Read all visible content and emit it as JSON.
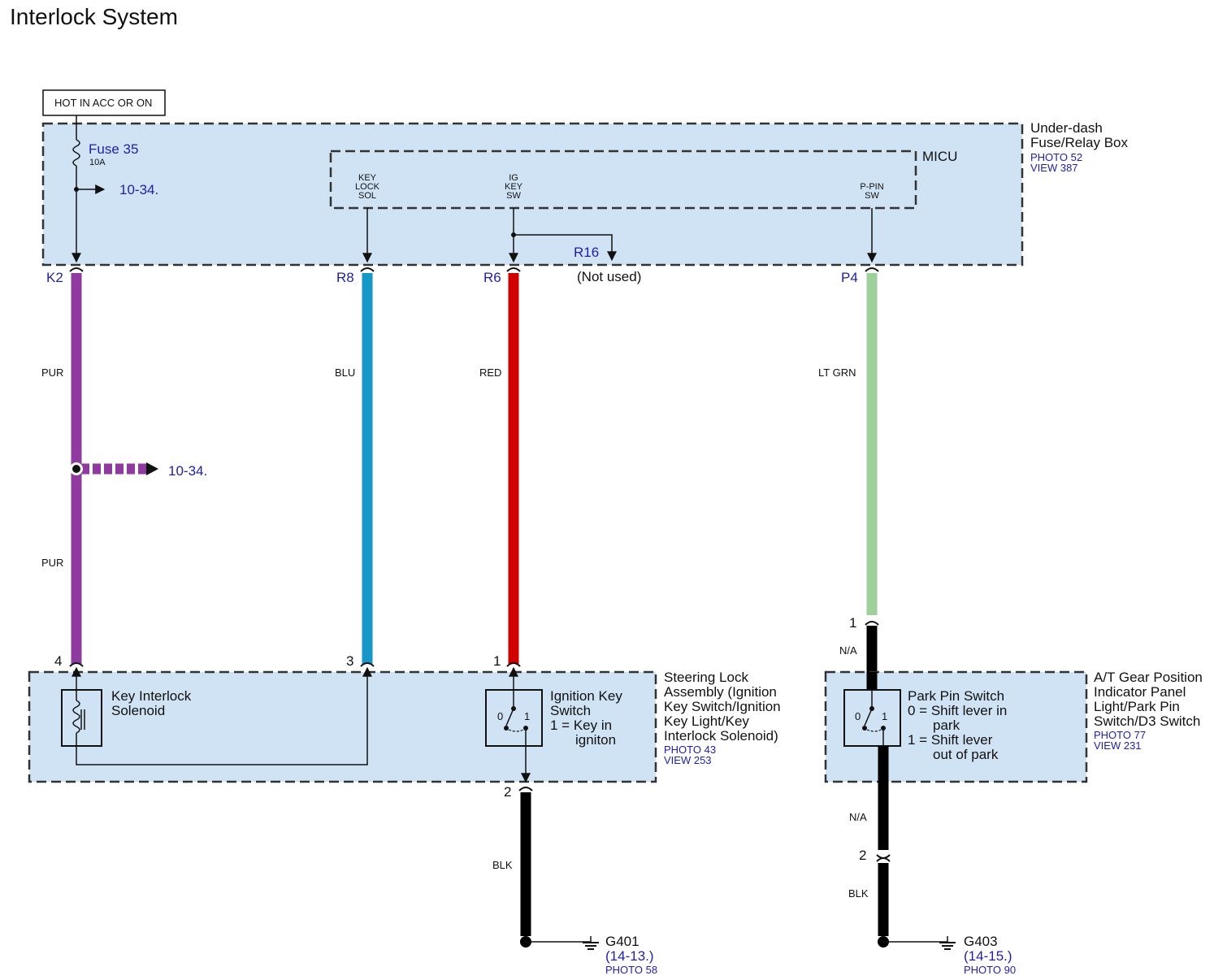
{
  "title": "Interlock System",
  "power_label": "HOT IN ACC OR ON",
  "fuse": {
    "name": "Fuse 35",
    "rating": "10A"
  },
  "ref_10_34": "10-34.",
  "fuse_box": {
    "name_line1": "Under-dash",
    "name_line2": "Fuse/Relay Box",
    "photo": "PHOTO 52",
    "view": "VIEW 387"
  },
  "micu": {
    "name": "MICU",
    "key_lock_sol": [
      "KEY",
      "LOCK",
      "SOL"
    ],
    "ig_key_sw": [
      "IG",
      "KEY",
      "SW"
    ],
    "p_pin_sw": [
      "P-PIN",
      "SW"
    ]
  },
  "connectors": {
    "k2": "K2",
    "r8": "R8",
    "r6": "R6",
    "r16": "R16",
    "r16_note": "(Not used)",
    "p4": "P4"
  },
  "wires": {
    "pur": "PUR",
    "blu": "BLU",
    "red": "RED",
    "lt_grn": "LT GRN",
    "blk": "BLK",
    "na": "N/A"
  },
  "wire_colors": {
    "pur": "#8e3a9e",
    "blu": "#1796c8",
    "red": "#d00000",
    "lt_grn": "#9fcf9a",
    "blk": "#000000",
    "box": "#d0e3f5"
  },
  "pins": {
    "sl_4": "4",
    "sl_3": "3",
    "sl_1": "1",
    "sl_2": "2",
    "at_1": "1",
    "at_2": "2"
  },
  "steering_lock": {
    "name": [
      "Steering Lock",
      "Assembly (Ignition",
      "Key Switch/Ignition",
      "Key Light/Key",
      "Interlock Solenoid)"
    ],
    "photo": "PHOTO 43",
    "view": "VIEW 253",
    "solenoid": [
      "Key Interlock",
      "Solenoid"
    ],
    "ign_switch": [
      "Ignition Key",
      "Switch"
    ],
    "ign_legend_a": "1 = Key in",
    "ign_legend_b": "igniton",
    "pos0": "0",
    "pos1": "1"
  },
  "at_panel": {
    "name": [
      "A/T Gear Position",
      "Indicator Panel",
      "Light/Park Pin",
      "Switch/D3 Switch"
    ],
    "photo": "PHOTO 77",
    "view": "VIEW 231",
    "switch_name": "Park Pin Switch",
    "legend_0a": "0 = Shift lever in",
    "legend_0b": "park",
    "legend_1a": "1 = Shift lever",
    "legend_1b": "out of park",
    "pos0": "0",
    "pos1": "1"
  },
  "grounds": {
    "g401": {
      "name": "G401",
      "ref_open": "(",
      "ref": "14-13.",
      "ref_close": ")",
      "photo": "PHOTO 58"
    },
    "g403": {
      "name": "G403",
      "ref_open": "(",
      "ref": "14-15.",
      "ref_close": ")",
      "photo": "PHOTO 90"
    }
  }
}
